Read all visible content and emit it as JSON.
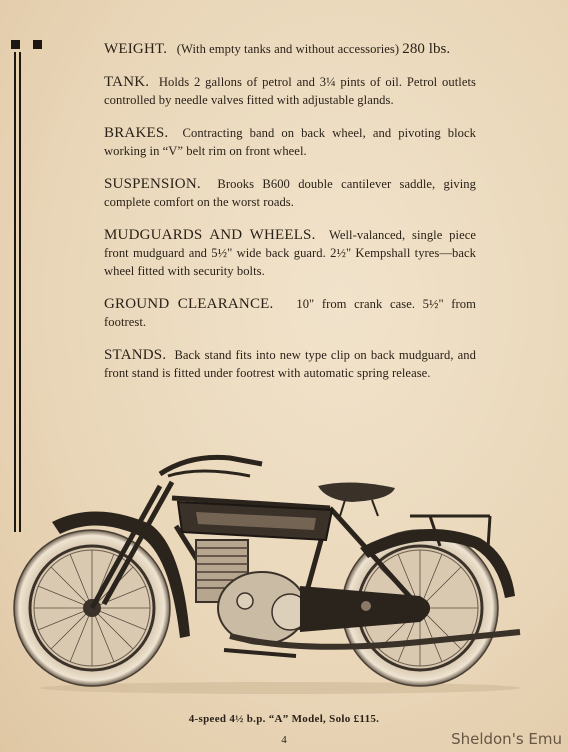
{
  "specs": {
    "weight": {
      "heading": "WEIGHT.",
      "text": "(With empty tanks and without accessories)",
      "value": "280 lbs."
    },
    "tank": {
      "heading": "TANK.",
      "text": "Holds 2 gallons of petrol and 3¼ pints of oil. Petrol outlets controlled by needle valves fitted with adjustable glands."
    },
    "brakes": {
      "heading": "BRAKES.",
      "text": "Contracting band on back wheel, and pivoting block working in “V” belt rim on front wheel."
    },
    "suspension": {
      "heading": "SUSPENSION.",
      "text": "Brooks B600 double cantilever saddle, giving complete comfort on the worst roads."
    },
    "mudguards": {
      "heading": "MUDGUARDS AND WHEELS.",
      "text": "Well-valanced, single piece front mudguard and 5½\" wide back guard. 2½\" Kempshall tyres—back wheel fitted with security bolts."
    },
    "clearance": {
      "heading": "GROUND CLEARANCE.",
      "text": "10\" from crank case. 5½\" from footrest."
    },
    "stands": {
      "heading": "STANDS.",
      "text": "Back stand fits into new type clip on back mudguard, and front stand is fitted under footrest with automatic spring release."
    }
  },
  "caption": "4-speed 4½ b.p. “A” Model, Solo £115.",
  "page_number": "4",
  "watermark": "Sheldon's Emu",
  "colors": {
    "paper": "#ead7ba",
    "ink": "#2a2118"
  }
}
